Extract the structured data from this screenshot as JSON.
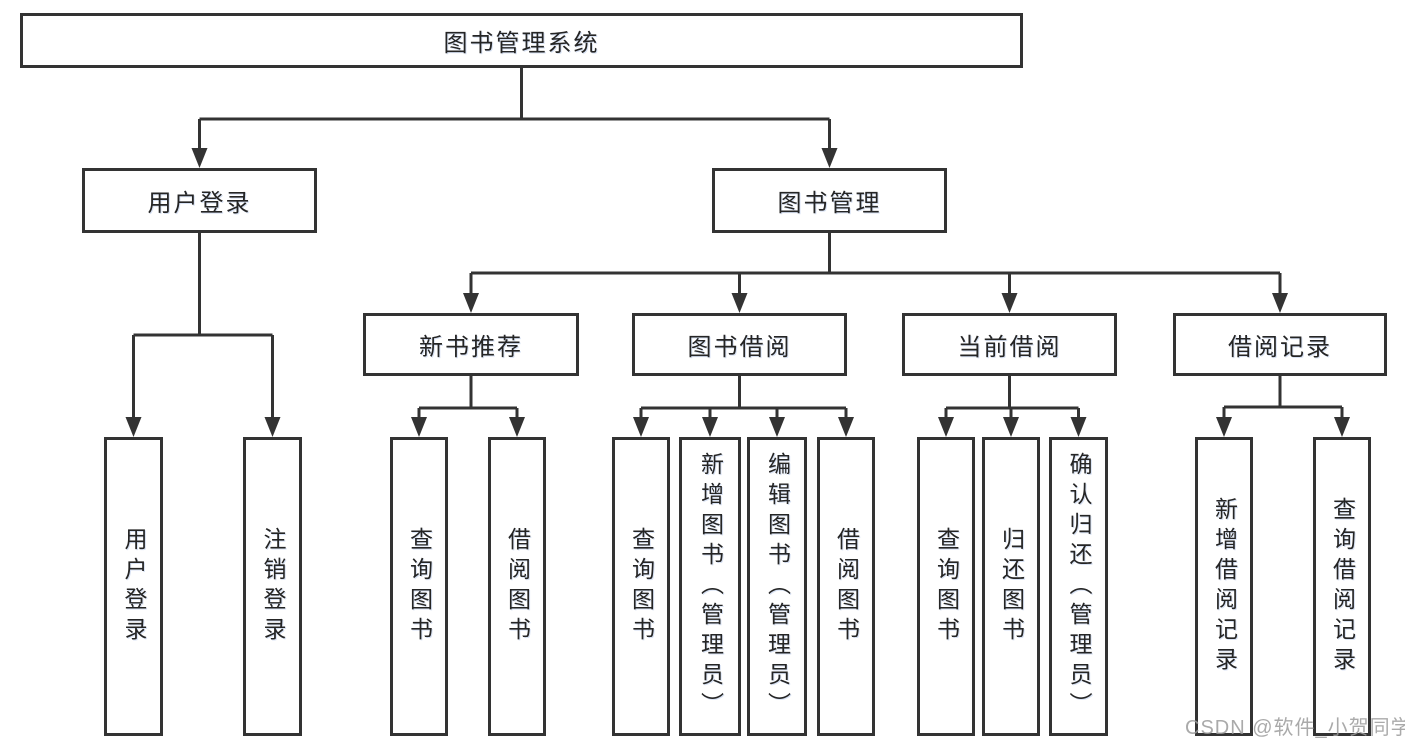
{
  "tree": {
    "root": "图书管理系统",
    "user_login": {
      "label": "用户登录",
      "children": [
        "用户登录",
        "注销登录"
      ]
    },
    "book_mgmt": {
      "label": "图书管理",
      "sections": [
        {
          "label": "新书推荐",
          "children": [
            "查询图书",
            "借阅图书"
          ]
        },
        {
          "label": "图书借阅",
          "children": [
            "查询图书",
            "新增图书（管理员）",
            "编辑图书（管理员）",
            "借阅图书"
          ]
        },
        {
          "label": "当前借阅",
          "children": [
            "查询图书",
            "归还图书",
            "确认归还（管理员）"
          ]
        },
        {
          "label": "借阅记录",
          "children": [
            "新增借阅记录",
            "查询借阅记录"
          ]
        }
      ]
    }
  },
  "watermark": "CSDN @软件_小贺同学",
  "colors": {
    "line": "#333333",
    "text": "#252525",
    "watermark": "#9b9b9b",
    "background": "#ffffff"
  }
}
